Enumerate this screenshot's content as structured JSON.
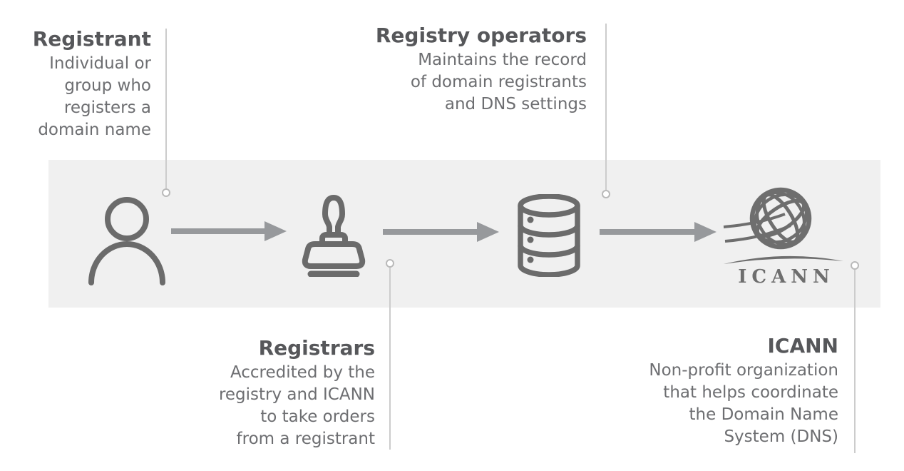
{
  "diagram": {
    "topic": "Domain name registration ecosystem flow",
    "flow_order": [
      "registrant",
      "registrars",
      "registry_operators",
      "icann"
    ]
  },
  "labels": {
    "registrant": {
      "title": "Registrant",
      "lines": [
        "Individual or",
        "group who",
        "registers a",
        "domain name"
      ]
    },
    "registry_operators": {
      "title": "Registry operators",
      "lines": [
        "Maintains the record",
        "of domain registrants",
        "and DNS settings"
      ]
    },
    "registrars": {
      "title": "Registrars",
      "lines": [
        "Accredited by the",
        "registry and ICANN",
        "to take orders",
        "from a registrant"
      ]
    },
    "icann": {
      "title": "ICANN",
      "lines": [
        "Non-profit organization",
        "that helps coordinate",
        "the Domain Name",
        "System (DNS)"
      ]
    }
  },
  "band": {
    "icons": [
      "person-icon",
      "stamp-icon",
      "database-icon",
      "icann-globe-logo"
    ],
    "icann_wordmark": "ICANN"
  },
  "colors": {
    "band_background": "#f0f0f0",
    "icon_stroke": "#6b6b6b",
    "icann_logo": "#6e6e6e",
    "arrow": "#97999c",
    "heading_text": "#56575a",
    "body_text": "#6d6e71",
    "callout_line": "#cccccc",
    "callout_dot_border": "#b9b9b9"
  }
}
